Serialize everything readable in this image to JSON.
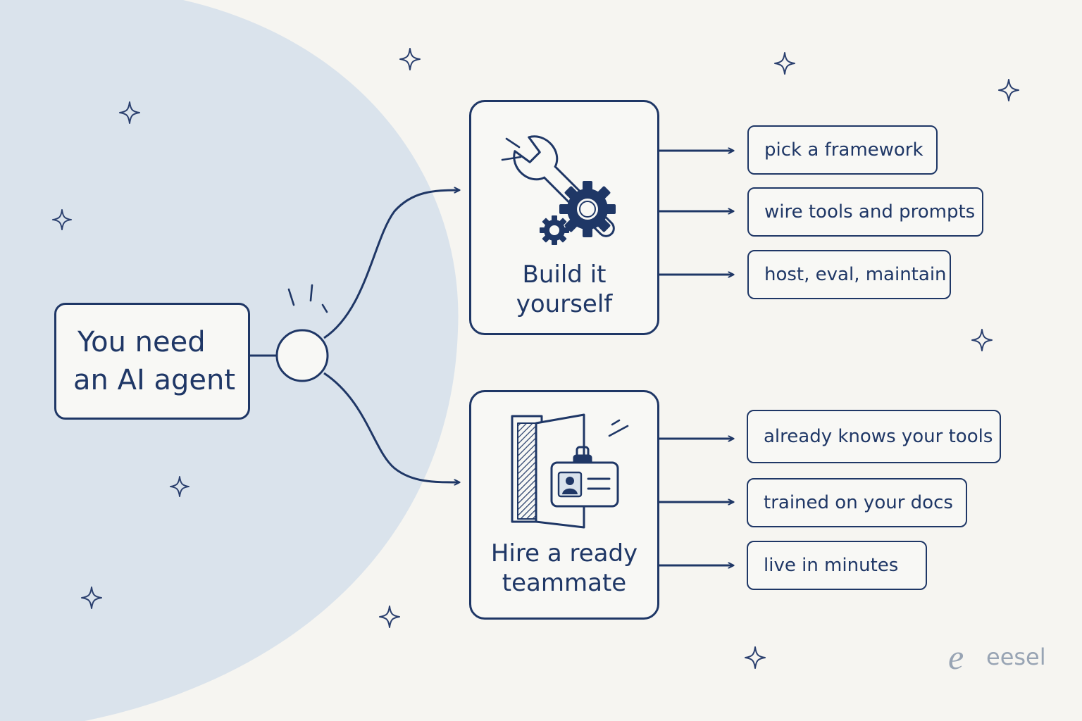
{
  "start": {
    "line1": "You need",
    "line2": "an AI agent"
  },
  "options": [
    {
      "label_line1": "Build it",
      "label_line2": "yourself",
      "steps": [
        "pick a framework",
        "wire tools and prompts",
        "host, eval, maintain"
      ]
    },
    {
      "label_line1": "Hire a ready",
      "label_line2": "teammate",
      "steps": [
        "already knows your tools",
        "trained on your docs",
        "live in minutes"
      ]
    }
  ],
  "brand": {
    "mark": "e",
    "name": "eesel"
  },
  "icons": [
    "wrench-icon",
    "gear-icon",
    "door-icon",
    "badge-icon",
    "sparkle-icon"
  ],
  "colors": {
    "ink": "#1f3766",
    "background": "#f6f5f1",
    "accent_fill": "#dae3ec",
    "logo": "#98a4b4"
  }
}
